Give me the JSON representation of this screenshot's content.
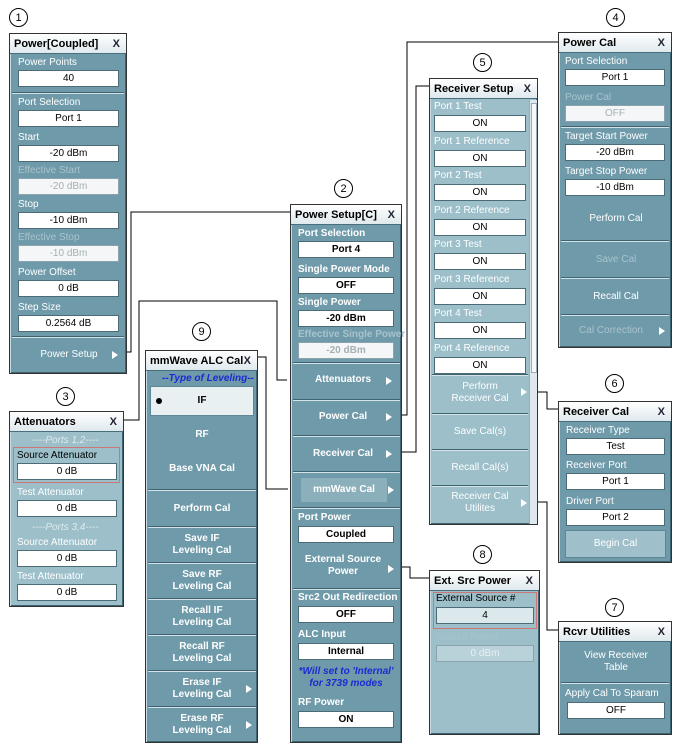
{
  "callouts": [
    "1",
    "2",
    "3",
    "4",
    "5",
    "6",
    "7",
    "8",
    "9"
  ],
  "p1": {
    "title": "Power[Coupled]",
    "close": "X",
    "power_points_label": "Power Points",
    "power_points_value": "40",
    "port_sel_label": "Port Selection",
    "port_sel_value": "Port 1",
    "start_label": "Start",
    "start_value": "-20 dBm",
    "eff_start_label": "Effective Start",
    "eff_start_value": "-20 dBm",
    "stop_label": "Stop",
    "stop_value": "-10 dBm",
    "eff_stop_label": "Effective Stop",
    "eff_stop_value": "-10 dBm",
    "offset_label": "Power Offset",
    "offset_value": "0 dB",
    "step_label": "Step Size",
    "step_value": "0.2564 dB",
    "setup_btn": "Power Setup"
  },
  "p2": {
    "title": "Power Setup[C]",
    "close": "X",
    "port_sel_label": "Port Selection",
    "port_sel_value": "Port 4",
    "spm_label": "Single Power Mode",
    "spm_value": "OFF",
    "sp_label": "Single Power",
    "sp_value": "-20 dBm",
    "esp_label": "Effective Single Power",
    "esp_value": "-20 dBm",
    "attenuators": "Attenuators",
    "power_cal": "Power Cal",
    "receiver_cal": "Receiver Cal",
    "mmwave_cal": "mmWave Cal",
    "port_power_label": "Port Power",
    "port_power_value": "Coupled",
    "ext_src_l1": "External Source",
    "ext_src_l2": "Power",
    "src2_label": "Src2 Out Redirection",
    "src2_value": "OFF",
    "alc_label": "ALC Input",
    "alc_value": "Internal",
    "note_l1": "*Will set to 'Internal'",
    "note_l2": "for 3739 modes",
    "rf_label": "RF Power",
    "rf_value": "ON"
  },
  "p3": {
    "title": "Attenuators",
    "close": "X",
    "group1": "----Ports 1,2----",
    "src_att_label": "Source Attenuator",
    "src_att_value": "0 dB",
    "test_att_label": "Test Attenuator",
    "test_att_value": "0 dB",
    "group2": "----Ports 3,4----",
    "src_att2_label": "Source Attenuator",
    "src_att2_value": "0 dB",
    "test_att2_label": "Test Attenuator",
    "test_att2_value": "0 dB"
  },
  "p4": {
    "title": "Power Cal",
    "close": "X",
    "port_sel_label": "Port Selection",
    "port_sel_value": "Port 1",
    "pc_label": "Power Cal",
    "pc_value": "OFF",
    "tsp_label": "Target Start Power",
    "tsp_value": "-20 dBm",
    "tstp_label": "Target Stop Power",
    "tstp_value": "-10 dBm",
    "perform": "Perform  Cal",
    "save": "Save Cal",
    "recall": "Recall Cal",
    "correction": "Cal Correction"
  },
  "p5": {
    "title": "Receiver Setup",
    "close": "X",
    "items": [
      {
        "label": "Port 1 Test",
        "value": "ON"
      },
      {
        "label": "Port 1 Reference",
        "value": "ON"
      },
      {
        "label": "Port 2 Test",
        "value": "ON"
      },
      {
        "label": "Port 2 Reference",
        "value": "ON"
      },
      {
        "label": "Port 3 Test",
        "value": "ON"
      },
      {
        "label": "Port 3 Reference",
        "value": "ON"
      },
      {
        "label": "Port 4 Test",
        "value": "ON"
      },
      {
        "label": "Port 4 Reference",
        "value": "ON"
      }
    ],
    "perform_l1": "Perform",
    "perform_l2": "Receiver Cal",
    "save": "Save Cal(s)",
    "recall": "Recall Cal(s)",
    "util_l1": "Receiver Cal",
    "util_l2": "Utilites"
  },
  "p6": {
    "title": "Receiver Cal",
    "close": "X",
    "rt_label": "Receiver Type",
    "rt_value": "Test",
    "rp_label": "Receiver Port",
    "rp_value": "Port 1",
    "dp_label": "Driver Port",
    "dp_value": "Port 2",
    "begin": "Begin Cal"
  },
  "p7": {
    "title": "Rcvr Utilities",
    "close": "X",
    "view_l1": "View Receiver",
    "view_l2": "Table",
    "apply_label": "Apply Cal To Sparam",
    "apply_value": "OFF"
  },
  "p8": {
    "title": "Ext. Src Power",
    "close": "X",
    "ext_label": "External Source #",
    "ext_value": "4",
    "sp_label": "Source Power",
    "sp_value": "0 dBm"
  },
  "p9": {
    "title": "mmWave ALC Cal",
    "close": "X",
    "leveling": "--Type of Leveling--",
    "if": "IF",
    "rf": "RF",
    "base": "Base VNA Cal",
    "perform": "Perform Cal",
    "save_if_l1": "Save IF",
    "save_if_l2": "Leveling Cal",
    "save_rf_l1": "Save RF",
    "save_rf_l2": "Leveling Cal",
    "recall_if_l1": "Recall IF",
    "recall_if_l2": "Leveling Cal",
    "recall_rf_l1": "Recall RF",
    "recall_rf_l2": "Leveling Cal",
    "erase_if_l1": "Erase IF",
    "erase_if_l2": "Leveling Cal",
    "erase_rf_l1": "Erase RF",
    "erase_rf_l2": "Leveling Cal"
  }
}
